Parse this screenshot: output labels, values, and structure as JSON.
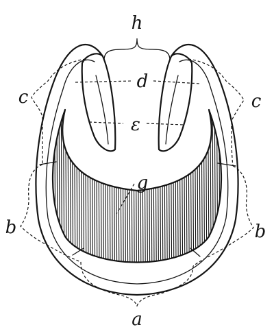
{
  "labels": {
    "h": "h",
    "d": "d",
    "c_left": "c",
    "c_right": "c",
    "e": "ε",
    "g": "g",
    "b_left": "b",
    "b_right": "b",
    "a": "a"
  },
  "colors": {
    "ink": "#141414",
    "background": "#ffffff"
  }
}
